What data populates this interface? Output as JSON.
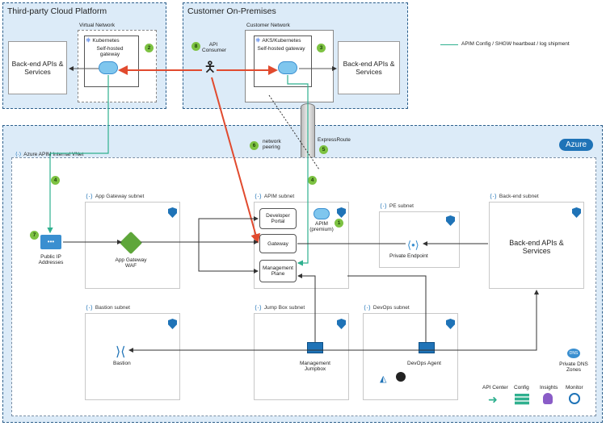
{
  "regions": {
    "third_party": "Third-party Cloud Platform",
    "on_prem": "Customer On-Premises",
    "azure": "Azure"
  },
  "third_party": {
    "vnet_label": "Virtual Network",
    "k8s_label": "Kubernetes",
    "gateway_label": "Self-hosted gateway",
    "backend": "Back-end APIs & Services",
    "badge": "2"
  },
  "on_prem": {
    "cust_net_label": "Customer Network",
    "k8s_label": "AKS/Kubernetes",
    "gateway_label": "Self-hosted gateway",
    "backend": "Back-end APIs & Services",
    "badge": "3"
  },
  "api_consumer": {
    "label": "API Consumer",
    "badge": "8"
  },
  "legend": {
    "text": "APIM Config / SHGW heartbeat / log shipment",
    "color": "#2fb08f"
  },
  "expressroute": {
    "label": "ExpressRoute",
    "badge": "5"
  },
  "peering": {
    "label": "network peering",
    "badge": "6"
  },
  "vnet": {
    "label": "Azure APIM Internal VNet"
  },
  "edge": {
    "badge_left": "4",
    "badge_mid": "4"
  },
  "public_ip": {
    "label": "Public IP Addresses",
    "badge": "7"
  },
  "subnets": {
    "app_gateway": "App Gateway subnet",
    "apim": "APIM subnet",
    "pe": "PE subnet",
    "backend": "Back-end subnet",
    "bastion": "Bastion subnet",
    "jumpbox": "Jump Box subnet",
    "devops": "DevOps subnet"
  },
  "app_gateway": {
    "label": "App Gateway WAF"
  },
  "apim": {
    "developer_portal": "Developer Portal",
    "gateway": "Gateway",
    "management_plane": "Management Plane",
    "apim_label": "APIM (premium)",
    "badge": "1"
  },
  "private_endpoint": {
    "label": "Private Endpoint"
  },
  "backend_main": {
    "label": "Back-end APIs & Services"
  },
  "bastion": {
    "label": "Bastion"
  },
  "jumpbox": {
    "label": "Management Jumpbox"
  },
  "devops": {
    "label": "DevOps Agent"
  },
  "private_dns": {
    "label": "Private DNS Zones"
  },
  "tools": {
    "api_center": "API Center",
    "config": "Config",
    "insights": "Insights",
    "monitor": "Monitor"
  },
  "colors": {
    "red_flow": "#e14a2e",
    "teal_flow": "#2fb08f",
    "azure_blue": "#1f73b7",
    "region_fill": "#dcebf8"
  }
}
